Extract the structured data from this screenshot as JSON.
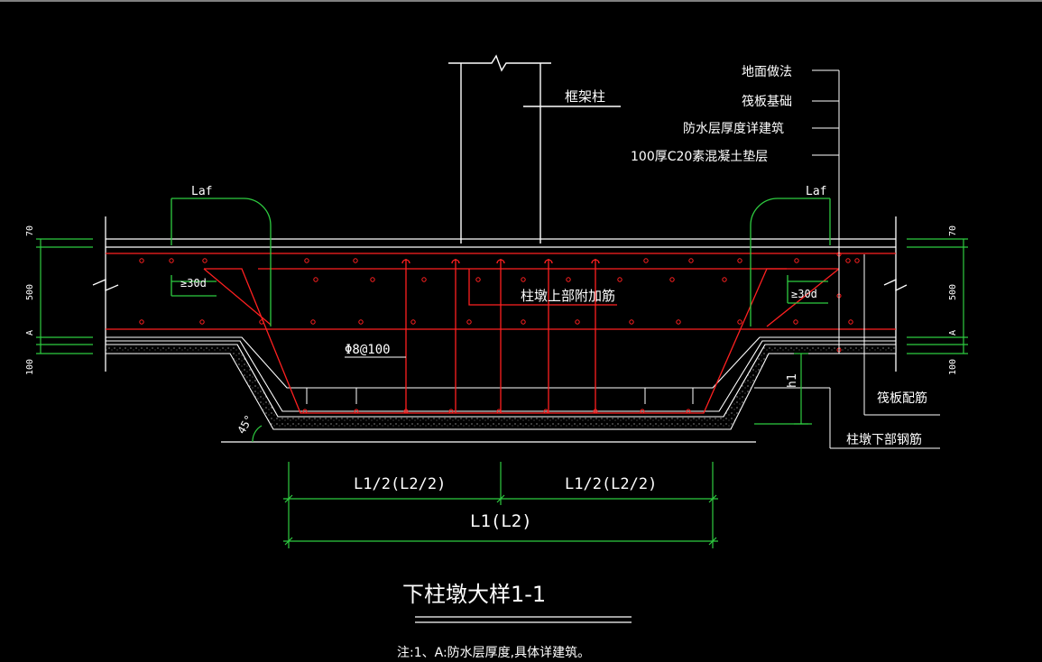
{
  "drawing": {
    "title": "下柱墩大样1-1",
    "note": "注:1、A:防水层厚度,具体详建筑。",
    "column_label": "框架柱",
    "layers": [
      "地面做法",
      "筏板基础",
      "防水层厚度详建筑",
      "100厚C20素混凝土垫层"
    ],
    "laf_left": "Laf",
    "laf_right": "Laf",
    "anchor_left": "≥30d",
    "anchor_right": "≥30d",
    "stirrup": "Φ8@100",
    "added_rebar": "柱墩上部附加筋",
    "raft_rebar": "筏板配筋",
    "pier_bottom_rebar": "柱墩下部钢筋",
    "slope_angle": "45°",
    "h1": "h1",
    "half_dim_left": "L1/2(L2/2)",
    "half_dim_right": "L1/2(L2/2)",
    "total_dim": "L1(L2)",
    "side_dims_left": [
      "70",
      "500",
      "A",
      "100"
    ],
    "side_dims_right": [
      "70",
      "500",
      "A",
      "100"
    ]
  },
  "colors": {
    "line_white": "#ffffff",
    "rebar_red": "#ff2020",
    "dimension_green": "#2ecc40",
    "background": "#000000"
  }
}
